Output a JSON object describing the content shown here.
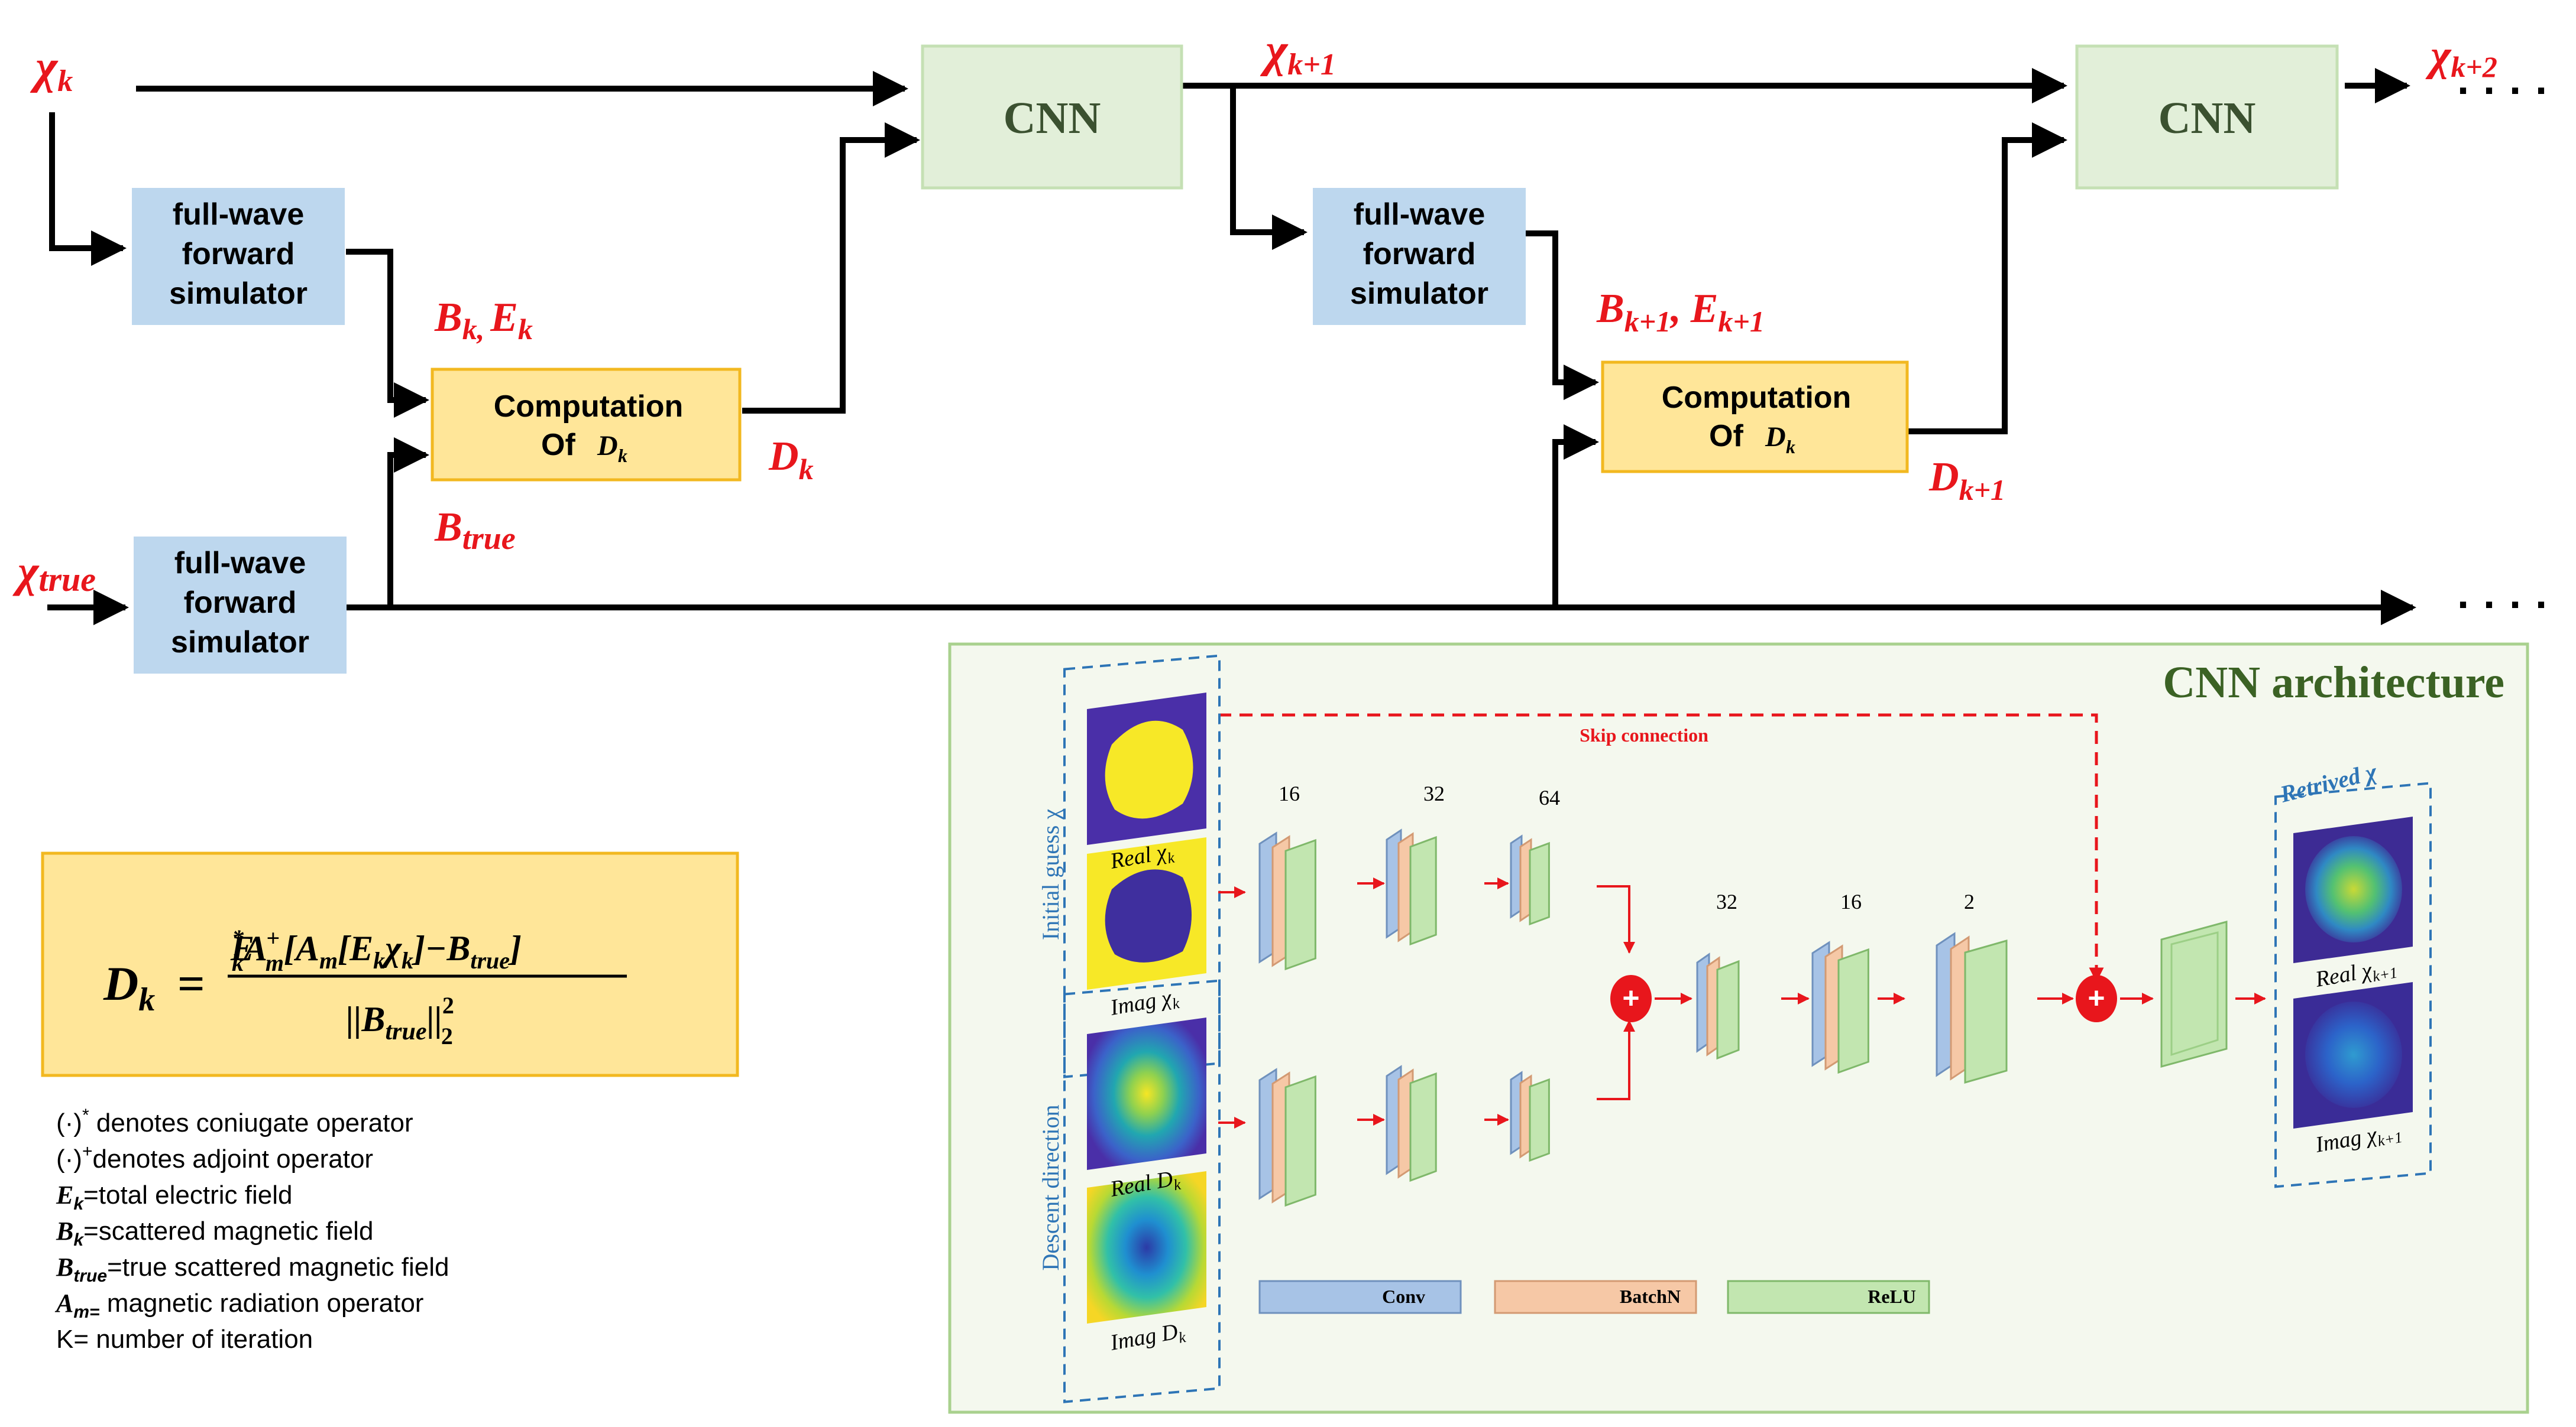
{
  "colors": {
    "red": "#e8161c",
    "sim_fill": "#bdd7ee",
    "comp_fill": "#ffe699",
    "comp_stroke": "#f2b820",
    "cnn_fill": "#e2efd9",
    "cnn_stroke": "#c5e0b4",
    "cnn_text": "#3b5130",
    "panel_fill": "#f4f8ee",
    "panel_stroke": "#a9d18e",
    "panel_title": "#3b6224",
    "dash_blue": "#2e75b6",
    "conv": "#a7c3e6",
    "batchn": "#f6c8a6",
    "relu": "#c2e6b0"
  },
  "top": {
    "chi_k": "χ",
    "chi_k_sub": "k",
    "chi_k1": "χ",
    "chi_k1_sub": "k+1",
    "chi_k2": "χ",
    "chi_k2_sub": "k+2",
    "chi_true": "χ",
    "chi_true_sub": "true",
    "dots": "· · · ·",
    "cnn_label": "CNN",
    "sim_lines": [
      "full-wave",
      "forward",
      "simulator"
    ],
    "comp_line1": "Computation",
    "comp_of": "Of",
    "D": "D",
    "D_sub_k": "k",
    "D_sub_k1": "k+1",
    "BE_k": "B",
    "BE_k_sub": "k,",
    "BE_k_E": "E",
    "BE_k_E_sub": "k",
    "BE_k1": "B",
    "BE_k1_sub": "k+1",
    "BE_k1_comma": ",",
    "BE_k1_E": "E",
    "BE_k1_E_sub": "k+1",
    "B_true": "B",
    "B_true_sub": "true"
  },
  "formula": {
    "lhs": "D",
    "lhs_sub": "k",
    "equals": "=",
    "num_1": "E",
    "num_1_sup": "*",
    "num_1_sub": "k",
    "num_2": "A",
    "num_2_sup": "+",
    "num_2_sub": "m",
    "num_3": "[A",
    "num_3_sub": "m",
    "num_4": "[E",
    "num_4_sub": "k",
    "num_5": "χ",
    "num_5_sub": "k",
    "num_6": "]−B",
    "num_6_sub": "true",
    "num_7": "]",
    "den_1": "||B",
    "den_1_sub": "true",
    "den_2": "||",
    "den_2_sup": "2",
    "den_2_sub": "2"
  },
  "legend": [
    {
      "sym": "(·)",
      "sup": "*",
      "sub": "",
      "text": " denotes coniugate operator"
    },
    {
      "sym": "(·)",
      "sup": "+",
      "sub": "",
      "text": "denotes adjoint operator"
    },
    {
      "sym": "E",
      "sup": "",
      "sub": "k",
      "text": "=total electric field"
    },
    {
      "sym": "B",
      "sup": "",
      "sub": "k",
      "text": "=scattered magnetic field"
    },
    {
      "sym": "B",
      "sup": "",
      "sub": "true",
      "text": "=true scattered magnetic field"
    },
    {
      "sym": "A",
      "sup": "",
      "sub": "m=",
      "text": " magnetic radiation operator"
    },
    {
      "sym": " K",
      "sup": "",
      "sub": "",
      "text": "= number of iteration"
    }
  ],
  "arch": {
    "title": "CNN architecture",
    "skip": "Skip connection",
    "initial_guess": "Initial guess χ",
    "descent": "Descent direction",
    "retrived": "Retrived χ",
    "inputs": [
      "Real χ",
      "Imag χ",
      "Real D",
      "Imag D"
    ],
    "input_subs": [
      "k",
      "k",
      "k",
      "k"
    ],
    "outputs": [
      "Real χ",
      "Imag χ"
    ],
    "output_subs": [
      "k+1",
      "k+1"
    ],
    "channels": [
      "16",
      "32",
      "64",
      "32",
      "16",
      "2"
    ],
    "legend": [
      "Conv",
      "BatchN",
      "ReLU"
    ],
    "plus": "+"
  }
}
